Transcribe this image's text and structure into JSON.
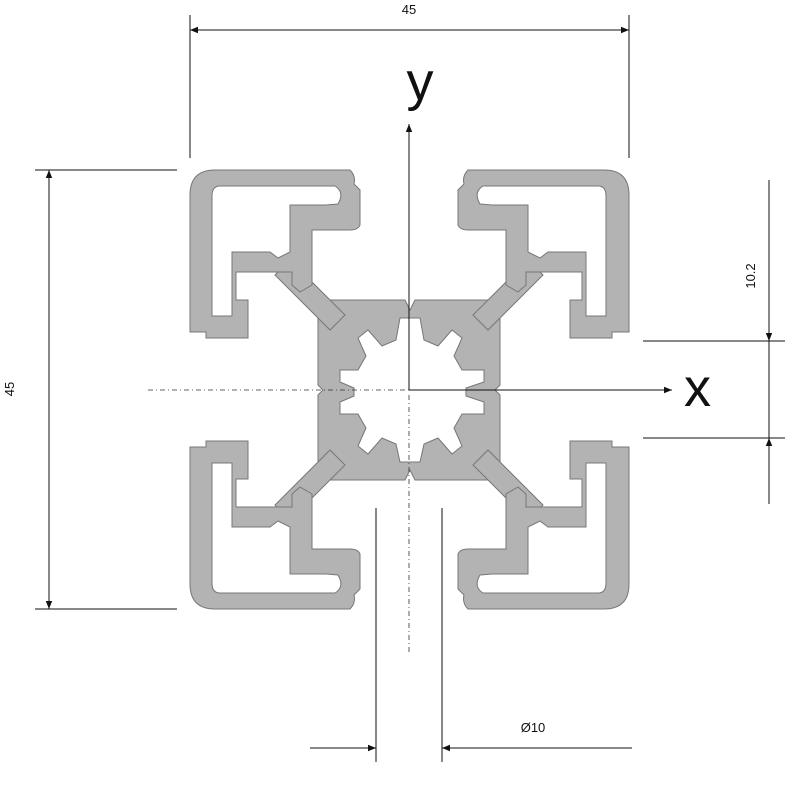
{
  "dimensions": {
    "width_label": "45",
    "height_label": "45",
    "slot_label": "10.2",
    "bore_label": "Ø10"
  },
  "axes": {
    "x_label": "x",
    "y_label": "y"
  },
  "colors": {
    "profile_fill": "#b3b3b3",
    "profile_stroke": "#777777",
    "line": "#111111"
  }
}
